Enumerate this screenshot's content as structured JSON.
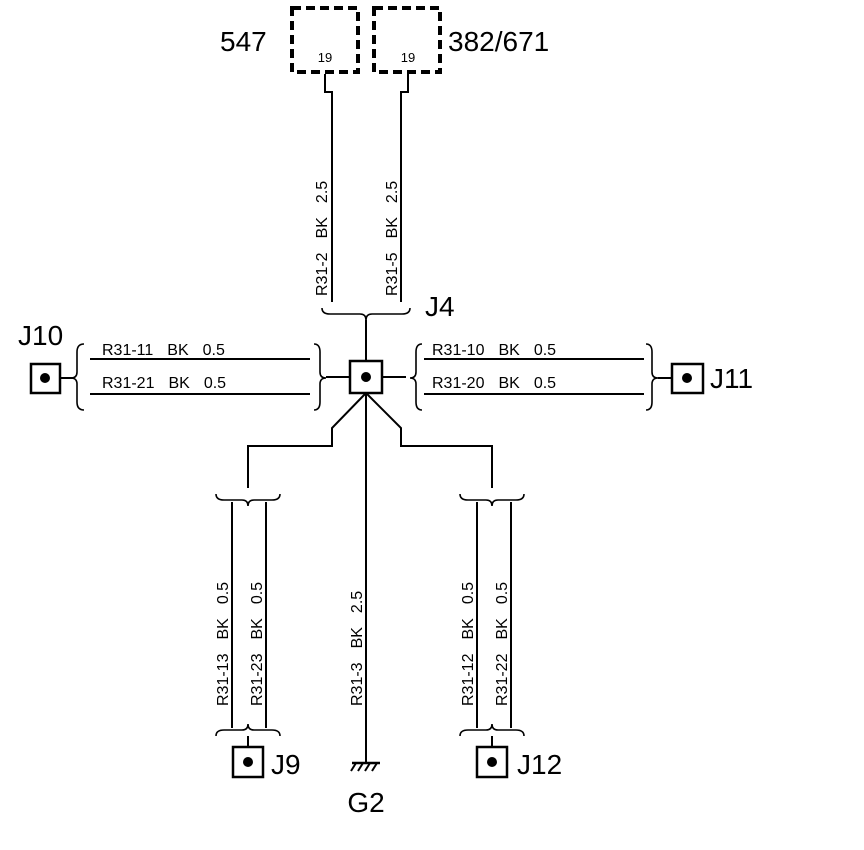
{
  "connectors": {
    "c547": {
      "label": "547",
      "pin": "19"
    },
    "c382": {
      "label": "382/671",
      "pin": "19"
    }
  },
  "splice": {
    "label": "J4"
  },
  "jacks": {
    "j10": "J10",
    "j11": "J11",
    "j9": "J9",
    "j12": "J12"
  },
  "ground": {
    "label": "G2"
  },
  "wires": {
    "r31_2": {
      "circuit": "R31-2",
      "color": "BK",
      "gauge": "2.5"
    },
    "r31_5": {
      "circuit": "R31-5",
      "color": "BK",
      "gauge": "2.5"
    },
    "r31_11": {
      "circuit": "R31-11",
      "color": "BK",
      "gauge": "0.5"
    },
    "r31_21": {
      "circuit": "R31-21",
      "color": "BK",
      "gauge": "0.5"
    },
    "r31_10": {
      "circuit": "R31-10",
      "color": "BK",
      "gauge": "0.5"
    },
    "r31_20": {
      "circuit": "R31-20",
      "color": "BK",
      "gauge": "0.5"
    },
    "r31_13": {
      "circuit": "R31-13",
      "color": "BK",
      "gauge": "0.5"
    },
    "r31_23": {
      "circuit": "R31-23",
      "color": "BK",
      "gauge": "0.5"
    },
    "r31_3": {
      "circuit": "R31-3",
      "color": "BK",
      "gauge": "2.5"
    },
    "r31_12": {
      "circuit": "R31-12",
      "color": "BK",
      "gauge": "0.5"
    },
    "r31_22": {
      "circuit": "R31-22",
      "color": "BK",
      "gauge": "0.5"
    }
  }
}
